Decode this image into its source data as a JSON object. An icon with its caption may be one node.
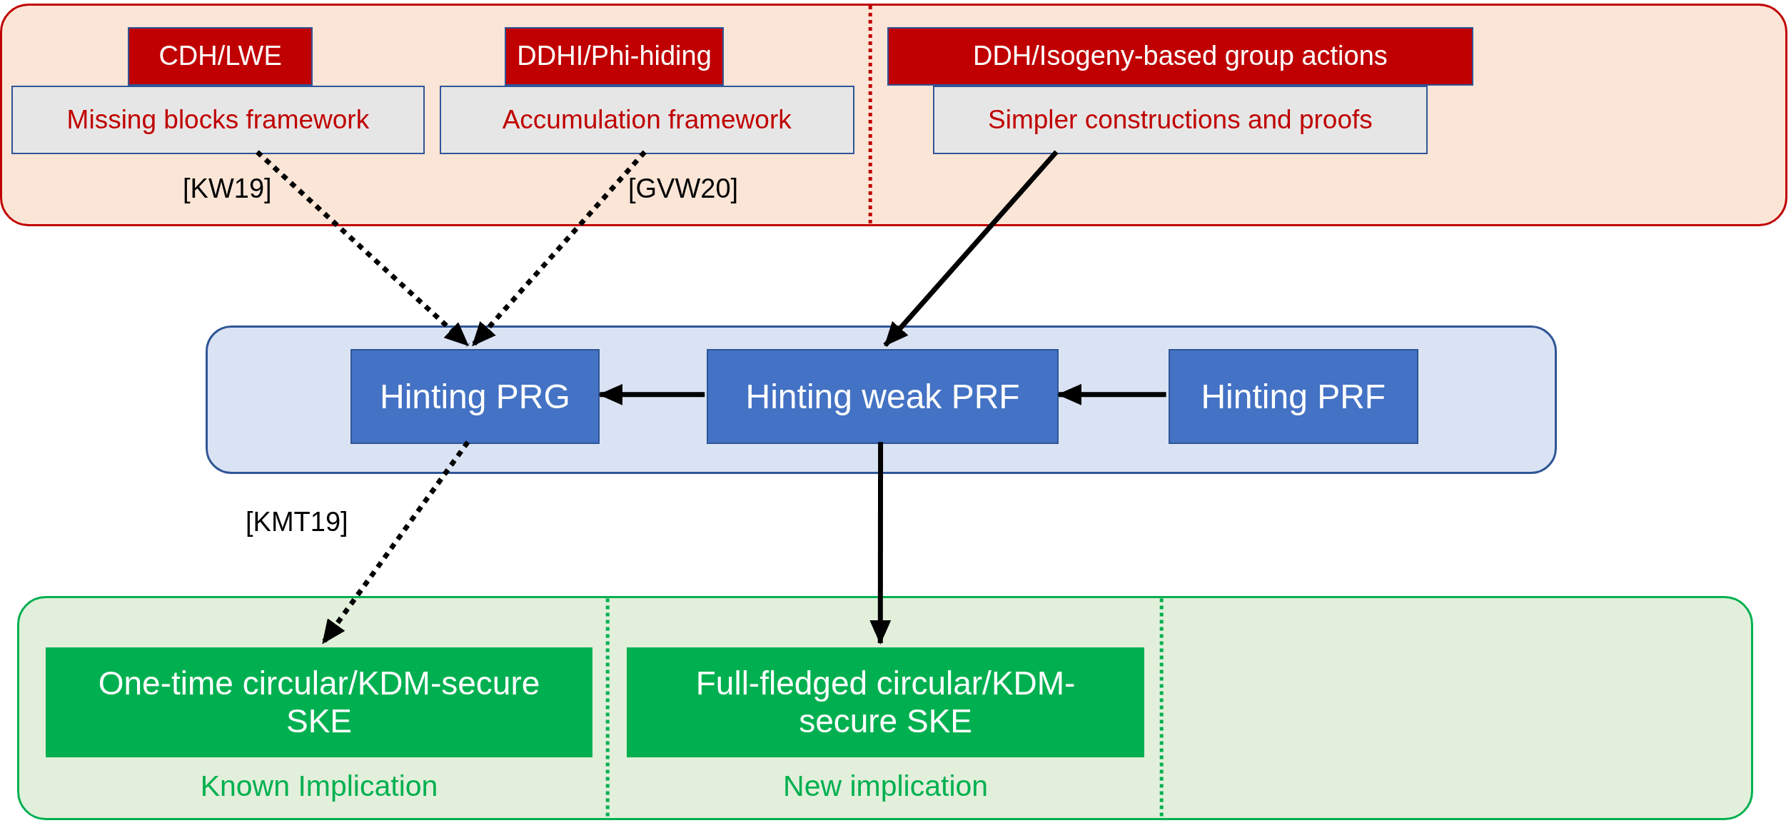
{
  "diagram": {
    "nodes": [
      {
        "text": [],
        "shape": "box"
      },
      {
        "text": [
          "CDH/LWE"
        ],
        "in": 0
      },
      {
        "text": [
          "Missing blocks framework"
        ],
        "in": 0
      },
      {
        "text": [
          "DDHI/Phi-hiding"
        ],
        "in": 0
      },
      {
        "text": [
          "Accumulation framework"
        ],
        "in": 0
      },
      {
        "text": [
          "DDH/Isogeny-based group actions"
        ],
        "in": 0
      },
      {
        "text": [
          "Simpler constructions and proofs"
        ],
        "in": 0
      },
      {
        "text": [],
        "shape": "box"
      },
      {
        "text": [
          "Hinting PRG"
        ],
        "in": 7
      },
      {
        "text": [
          "Hinting weak PRF"
        ],
        "in": 7
      },
      {
        "text": [
          "Hinting PRF"
        ],
        "in": 7
      },
      {
        "text": [],
        "shape": "box"
      },
      {
        "text": [
          "One-time circular/KDM-secure SKE"
        ],
        "in": 11,
        "beside": [
          "Known Implication"
        ]
      },
      {
        "text": [
          "Full-fledged circular/KDM-secure SKE"
        ],
        "in": 11,
        "beside": [
          "New implication"
        ]
      }
    ],
    "edges": [
      {
        "from": 2,
        "to": 8,
        "arrow": "to",
        "style": "dashed",
        "label": "[KW19]"
      },
      {
        "from": 4,
        "to": 8,
        "arrow": "to",
        "style": "dashed",
        "label": "[GVW20]"
      },
      {
        "from": 6,
        "to": 9,
        "arrow": "to"
      },
      {
        "from": 9,
        "to": 8,
        "arrow": "to"
      },
      {
        "from": 10,
        "to": 9,
        "arrow": "to"
      },
      {
        "from": 8,
        "to": 12,
        "arrow": "to",
        "style": "dashed",
        "label": "[KMT19]"
      },
      {
        "from": 9,
        "to": 13,
        "arrow": "to"
      }
    ]
  }
}
